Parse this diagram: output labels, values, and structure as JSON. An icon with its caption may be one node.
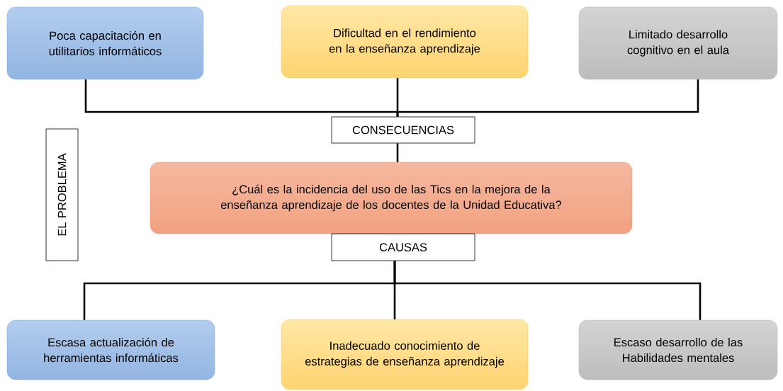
{
  "diagram": {
    "nodes": [
      {
        "text": [
          "Poca capacitación en utilitarios informáticos"
        ]
      },
      {
        "text": [
          "Dificultad en el rendimiento en la enseñanza aprendizaje"
        ]
      },
      {
        "text": [
          "Limitado desarrollo cognitivo en el aula"
        ]
      },
      {
        "text": [
          "CONSECUENCIAS"
        ]
      },
      {
        "text": [
          "EL PROBLEMA"
        ]
      },
      {
        "text": [
          "¿Cuál es la incidencia del uso de las Tics en la mejora de la enseñanza aprendizaje de los docentes de la Unidad Educativa?"
        ]
      },
      {
        "text": [
          "CAUSAS"
        ]
      },
      {
        "text": [
          "Escasa actualización de herramientas informáticas"
        ]
      },
      {
        "text": [
          "Inadecuado conocimiento de estrategias de enseñanza aprendizaje"
        ]
      },
      {
        "text": [
          "Escaso desarrollo de las Habilidades mentales"
        ]
      }
    ],
    "edges": [
      {
        "from": 0,
        "to": 3,
        "arrow": "none"
      },
      {
        "from": 1,
        "to": 3,
        "arrow": "none"
      },
      {
        "from": 2,
        "to": 3,
        "arrow": "none"
      },
      {
        "from": 3,
        "to": 5,
        "arrow": "none"
      },
      {
        "from": 6,
        "to": 7,
        "arrow": "none"
      },
      {
        "from": 6,
        "to": 8,
        "arrow": "none"
      },
      {
        "from": 6,
        "to": 9,
        "arrow": "none"
      }
    ]
  }
}
